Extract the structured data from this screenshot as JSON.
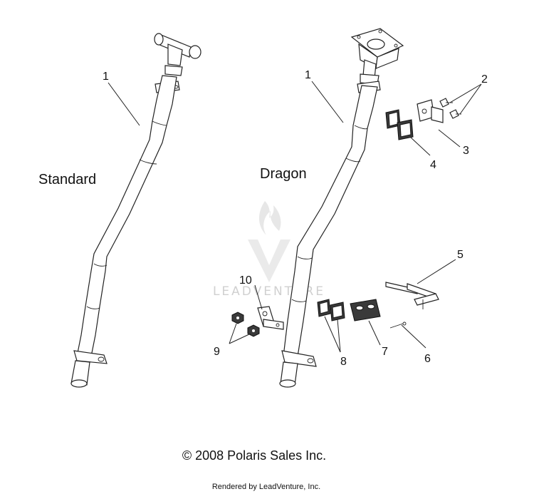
{
  "variants": {
    "standard": "Standard",
    "dragon": "Dragon"
  },
  "callouts": {
    "c1_left": "1",
    "c1_right": "1",
    "c2": "2",
    "c3": "3",
    "c4": "4",
    "c5": "5",
    "c6": "6",
    "c7": "7",
    "c8": "8",
    "c9": "9",
    "c10": "10"
  },
  "watermark": "LEADVENTURE",
  "copyright": "© 2008 Polaris Sales Inc.",
  "rendered_by": "Rendered by LeadVenture, Inc."
}
